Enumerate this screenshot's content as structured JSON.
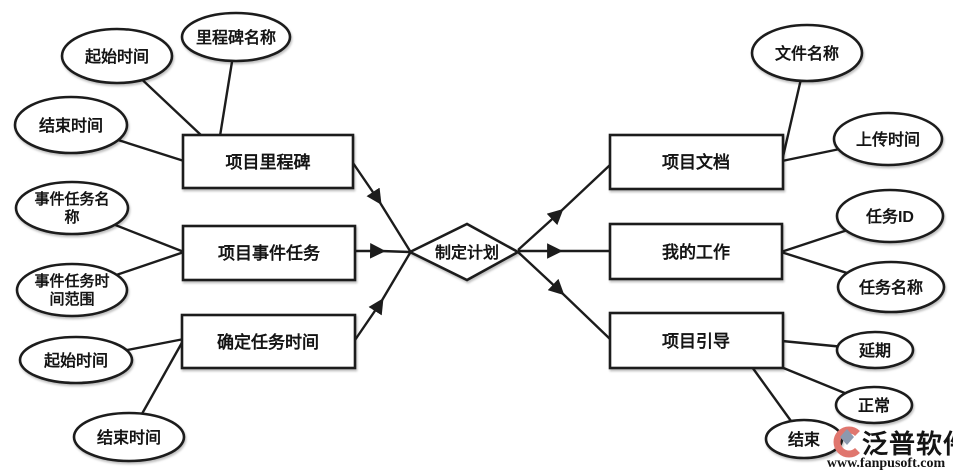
{
  "diagram": {
    "relationship": {
      "label": "制定计划"
    },
    "entities": {
      "left": [
        {
          "label": "项目里程碑"
        },
        {
          "label": "项目事件任务"
        },
        {
          "label": "确定任务时间"
        }
      ],
      "right": [
        {
          "label": "项目文档"
        },
        {
          "label": "我的工作"
        },
        {
          "label": "项目引导"
        }
      ]
    },
    "attributes": [
      {
        "label": "起始时间"
      },
      {
        "label": "里程碑名称"
      },
      {
        "label": "结束时间"
      },
      {
        "line1": "事件任务名",
        "line2": "称"
      },
      {
        "line1": "事件任务时",
        "line2": "间范围"
      },
      {
        "label": "起始时间"
      },
      {
        "label": "结束时间"
      },
      {
        "label": "文件名称"
      },
      {
        "label": "上传时间"
      },
      {
        "label": "任务ID"
      },
      {
        "label": "任务名称"
      },
      {
        "label": "延期"
      },
      {
        "label": "正常"
      },
      {
        "label": "结束"
      }
    ]
  },
  "watermark": {
    "brand": "泛普软件",
    "url": "www.fanpusoft.com",
    "brand_color": "#e0766e",
    "url_color": "#d4493f"
  },
  "colors": {
    "stroke": "#1c1c1c",
    "background": "#ffffff"
  }
}
